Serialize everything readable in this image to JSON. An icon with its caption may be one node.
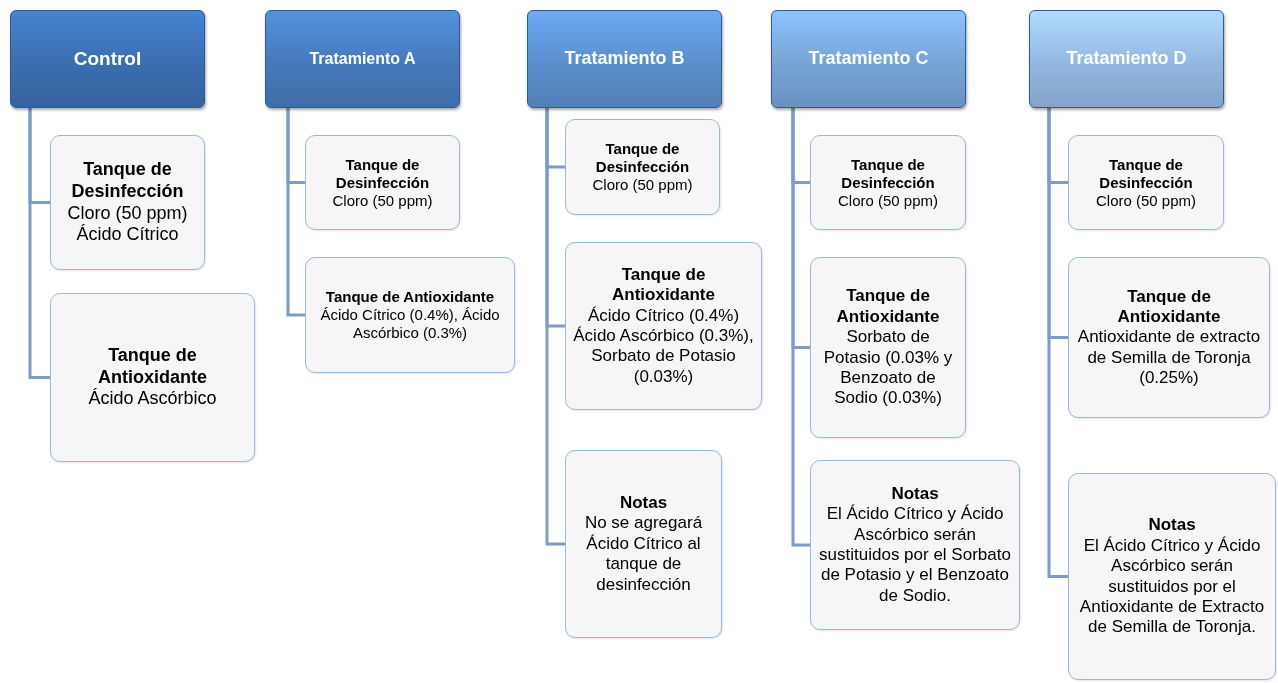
{
  "diagram": {
    "nodes": [
      {
        "text": [
          "Control"
        ]
      },
      {
        "text": [
          "Tanque de Desinfección",
          "Cloro (50 ppm)",
          "Ácido Cítrico"
        ]
      },
      {
        "text": [
          "Tanque de Antioxidante",
          "Ácido Ascórbico"
        ]
      },
      {
        "text": [
          "Tratamiento A"
        ]
      },
      {
        "text": [
          "Tanque de Desinfección",
          "Cloro (50 ppm)"
        ]
      },
      {
        "text": [
          "Tanque de Antioxidante",
          "Ácido Cítrico (0.4%), Ácido Ascórbico (0.3%)"
        ]
      },
      {
        "text": [
          "Tratamiento B"
        ]
      },
      {
        "text": [
          "Tanque de Desinfección",
          "Cloro (50 ppm)"
        ]
      },
      {
        "text": [
          "Tanque de Antioxidante",
          "Ácido Cítrico (0.4%)",
          "Ácido Ascórbico (0.3%), Sorbato de Potasio (0.03%)"
        ]
      },
      {
        "text": [
          "Notas",
          "No se agregará Ácido Cítrico al tanque de desinfección"
        ]
      },
      {
        "text": [
          "Tratamiento C"
        ]
      },
      {
        "text": [
          "Tanque de Desinfección",
          "Cloro (50 ppm)"
        ]
      },
      {
        "text": [
          "Tanque de Antioxidante",
          "Sorbato de Potasio (0.03% y Benzoato de Sodio (0.03%)"
        ]
      },
      {
        "text": [
          "Notas",
          "El Ácido Cítrico y Ácido Ascórbico serán sustituidos por el Sorbato de Potasio y el Benzoato de Sodio."
        ]
      },
      {
        "text": [
          "Tratamiento D"
        ]
      },
      {
        "text": [
          "Tanque de Desinfección",
          "Cloro (50 ppm)"
        ]
      },
      {
        "text": [
          "Tanque de Antioxidante",
          "Antioxidante de extracto de Semilla de Toronja (0.25%)"
        ]
      },
      {
        "text": [
          "Notas",
          "El Ácido Cítrico y Ácido Ascórbico serán sustituidos por el Antioxidante de Extracto de Semilla de Toronja."
        ]
      }
    ],
    "edges": [
      {
        "from": 0,
        "to": 1,
        "arrow": "none"
      },
      {
        "from": 0,
        "to": 2,
        "arrow": "none"
      },
      {
        "from": 3,
        "to": 4,
        "arrow": "none"
      },
      {
        "from": 3,
        "to": 5,
        "arrow": "none"
      },
      {
        "from": 6,
        "to": 7,
        "arrow": "none"
      },
      {
        "from": 6,
        "to": 8,
        "arrow": "none"
      },
      {
        "from": 6,
        "to": 9,
        "arrow": "none"
      },
      {
        "from": 10,
        "to": 11,
        "arrow": "none"
      },
      {
        "from": 10,
        "to": 12,
        "arrow": "none"
      },
      {
        "from": 10,
        "to": 13,
        "arrow": "none"
      },
      {
        "from": 14,
        "to": 15,
        "arrow": "none"
      },
      {
        "from": 14,
        "to": 16,
        "arrow": "none"
      },
      {
        "from": 14,
        "to": 17,
        "arrow": "none"
      }
    ]
  }
}
